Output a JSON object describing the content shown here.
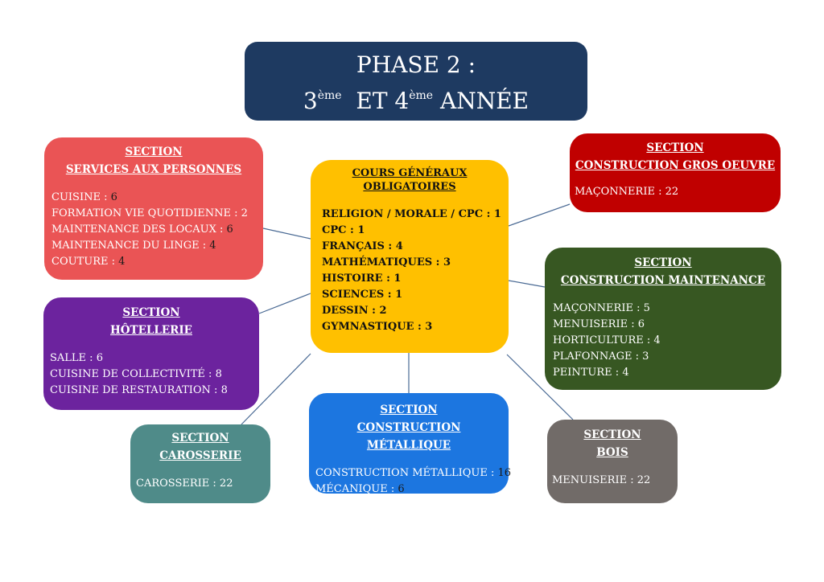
{
  "title": {
    "line1": "PHASE 2 :",
    "n3": "3",
    "sup1": "ème",
    "et": "ET",
    "n4": "4",
    "sup2": "ème",
    "annee": "ANNÉE"
  },
  "center": {
    "heading1": "COURS GÉNÉRAUX",
    "heading2": "OBLIGATOIRES",
    "items": [
      "RELIGION / MORALE / CPC : 1",
      "CPC : 1",
      "FRANÇAIS : 4",
      "MATHÉMATIQUES : 3",
      "HISTOIRE : 1",
      "SCIENCES : 1",
      "DESSIN : 2",
      "GYMNASTIQUE : 3"
    ]
  },
  "sections": {
    "services": {
      "heading1": "SECTION",
      "heading2": "SERVICES AUX PERSONNES",
      "items": [
        {
          "label": "CUISINE :",
          "value": "6"
        },
        {
          "label": "FORMATION VIE QUOTIDIENNE :",
          "value": "2"
        },
        {
          "label": "MAINTENANCE DES LOCAUX :",
          "value": "6"
        },
        {
          "label": "MAINTENANCE DU LINGE :",
          "value": "4"
        },
        {
          "label": "COUTURE :",
          "value": "4"
        }
      ],
      "color": "#ea5455"
    },
    "hotellerie": {
      "heading1": "SECTION",
      "heading2": "HÔTELLERIE",
      "items": [
        {
          "label": "SALLE :",
          "value": "6"
        },
        {
          "label": "CUISINE DE COLLECTIVITÉ :",
          "value": "8"
        },
        {
          "label": "CUISINE DE RESTAURATION :",
          "value": "8"
        }
      ],
      "color": "#6c239e"
    },
    "carosserie": {
      "heading1": "SECTION",
      "heading2": "CAROSSERIE",
      "items": [
        {
          "label": "CAROSSERIE :",
          "value": "22"
        }
      ],
      "color": "#4f8b89"
    },
    "metallique": {
      "heading1": "SECTION",
      "heading2": "CONSTRUCTION MÉTALLIQUE",
      "items": [
        {
          "label": "CONSTRUCTION MÉTALLIQUE :",
          "value": "16"
        },
        {
          "label": "MÉCANIQUE :",
          "value": "6"
        }
      ],
      "color": "#1c76e0"
    },
    "bois": {
      "heading1": "SECTION",
      "heading2": "BOIS",
      "items": [
        {
          "label": "MENUISERIE :",
          "value": "22"
        }
      ],
      "color": "#716b68"
    },
    "gros_oeuvre": {
      "heading1": "SECTION",
      "heading2": "CONSTRUCTION GROS OEUVRE",
      "items": [
        {
          "label": "MAÇONNERIE :",
          "value": "22"
        }
      ],
      "color": "#c00000"
    },
    "maintenance": {
      "heading1": "SECTION",
      "heading2": "CONSTRUCTION MAINTENANCE",
      "items": [
        {
          "label": "MAÇONNERIE :",
          "value": "5"
        },
        {
          "label": "MENUISERIE :",
          "value": "6"
        },
        {
          "label": "HORTICULTURE :",
          "value": "4"
        },
        {
          "label": "PLAFONNAGE :",
          "value": "3"
        },
        {
          "label": "PEINTURE :",
          "value": "4"
        }
      ],
      "color": "#375722"
    }
  },
  "colors": {
    "title_bg": "#1e3a61",
    "center_bg": "#ffc000",
    "connector": "#4a6a94"
  }
}
